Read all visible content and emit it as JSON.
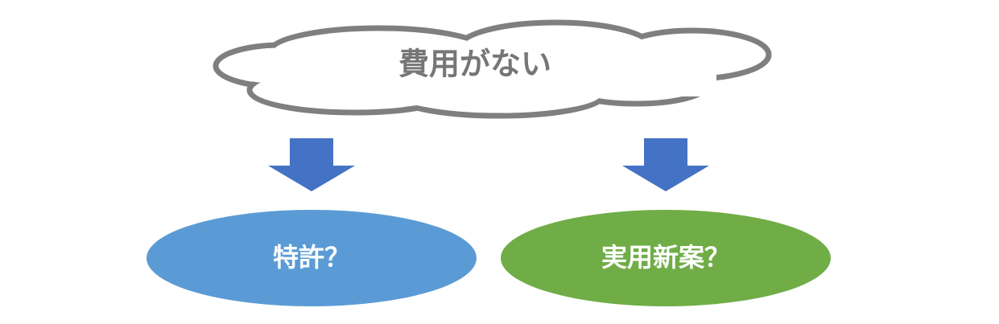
{
  "diagram": {
    "cloud": {
      "label": "費用がない"
    },
    "nodes": [
      {
        "id": "patent",
        "label": "特許？",
        "color": "#5B9BD5"
      },
      {
        "id": "utility-model",
        "label": "実用新案？",
        "color": "#70AD47"
      }
    ],
    "arrow_color": "#4472C4",
    "cloud_outline_color": "#7F7F7F"
  }
}
